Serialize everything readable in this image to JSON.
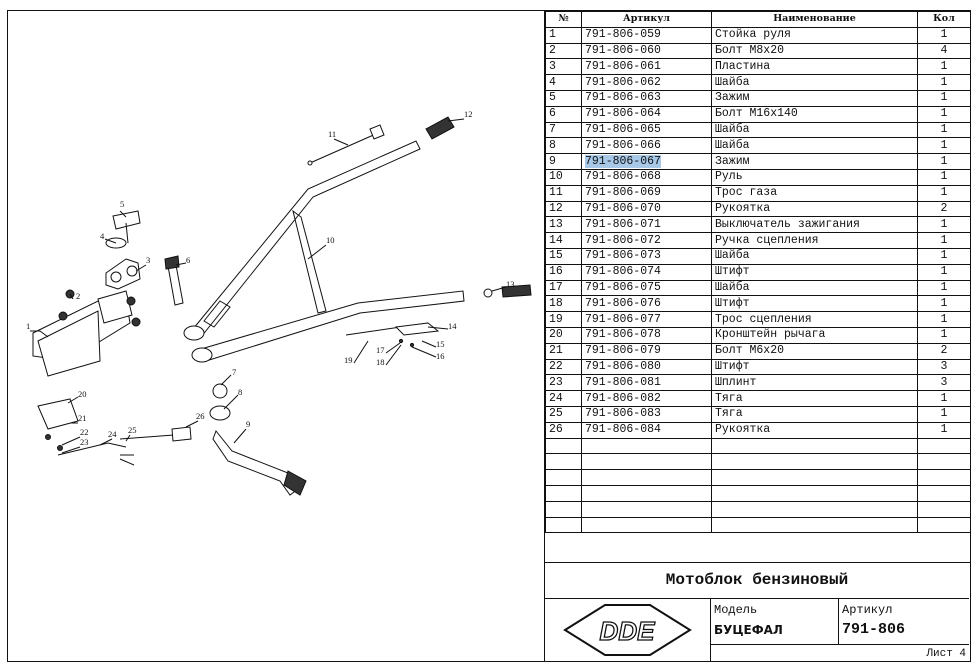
{
  "table": {
    "headers": {
      "num": "№",
      "article": "Артикул",
      "name": "Наименование",
      "qty": "Кол"
    },
    "rows": [
      {
        "num": "1",
        "article": "791-806-059",
        "name": "Стойка руля",
        "qty": "1"
      },
      {
        "num": "2",
        "article": "791-806-060",
        "name": "Болт М8х20",
        "qty": "4"
      },
      {
        "num": "3",
        "article": "791-806-061",
        "name": "Пластина",
        "qty": "1"
      },
      {
        "num": "4",
        "article": "791-806-062",
        "name": "Шайба",
        "qty": "1"
      },
      {
        "num": "5",
        "article": "791-806-063",
        "name": "Зажим",
        "qty": "1"
      },
      {
        "num": "6",
        "article": "791-806-064",
        "name": "Болт М16х140",
        "qty": "1"
      },
      {
        "num": "7",
        "article": "791-806-065",
        "name": "Шайба",
        "qty": "1"
      },
      {
        "num": "8",
        "article": "791-806-066",
        "name": "Шайба",
        "qty": "1"
      },
      {
        "num": "9",
        "article": "791-806-067",
        "name": "Зажим",
        "qty": "1"
      },
      {
        "num": "10",
        "article": "791-806-068",
        "name": "Руль",
        "qty": "1"
      },
      {
        "num": "11",
        "article": "791-806-069",
        "name": "Трос газа",
        "qty": "1"
      },
      {
        "num": "12",
        "article": "791-806-070",
        "name": "Рукоятка",
        "qty": "2"
      },
      {
        "num": "13",
        "article": "791-806-071",
        "name": "Выключатель зажигания",
        "qty": "1"
      },
      {
        "num": "14",
        "article": "791-806-072",
        "name": "Ручка сцепления",
        "qty": "1"
      },
      {
        "num": "15",
        "article": "791-806-073",
        "name": "Шайба",
        "qty": "1"
      },
      {
        "num": "16",
        "article": "791-806-074",
        "name": "Штифт",
        "qty": "1"
      },
      {
        "num": "17",
        "article": "791-806-075",
        "name": "Шайба",
        "qty": "1"
      },
      {
        "num": "18",
        "article": "791-806-076",
        "name": "Штифт",
        "qty": "1"
      },
      {
        "num": "19",
        "article": "791-806-077",
        "name": "Трос сцепления",
        "qty": "1"
      },
      {
        "num": "20",
        "article": "791-806-078",
        "name": "Кронштейн рычага",
        "qty": "1"
      },
      {
        "num": "21",
        "article": "791-806-079",
        "name": "Болт М6х20",
        "qty": "2"
      },
      {
        "num": "22",
        "article": "791-806-080",
        "name": "Штифт",
        "qty": "3"
      },
      {
        "num": "23",
        "article": "791-806-081",
        "name": "Шплинт",
        "qty": "3"
      },
      {
        "num": "24",
        "article": "791-806-082",
        "name": "Тяга",
        "qty": "1"
      },
      {
        "num": "25",
        "article": "791-806-083",
        "name": "Тяга",
        "qty": "1"
      },
      {
        "num": "26",
        "article": "791-806-084",
        "name": "Рукоятка",
        "qty": "1"
      }
    ],
    "selected_article": "791-806-067"
  },
  "title_block": {
    "title": "Мотоблок бензиновый",
    "model_label": "Модель",
    "model_value": "БУЦЕФАЛ",
    "article_label": "Артикул",
    "article_value": "791-806",
    "sheet": "Лист 4",
    "logo_text": "DDE"
  },
  "drawing_labels": [
    "1",
    "2",
    "3",
    "4",
    "5",
    "6",
    "7",
    "8",
    "9",
    "10",
    "11",
    "12",
    "13",
    "14",
    "15",
    "16",
    "17",
    "18",
    "19",
    "20",
    "21",
    "22",
    "23",
    "24",
    "25",
    "26"
  ]
}
